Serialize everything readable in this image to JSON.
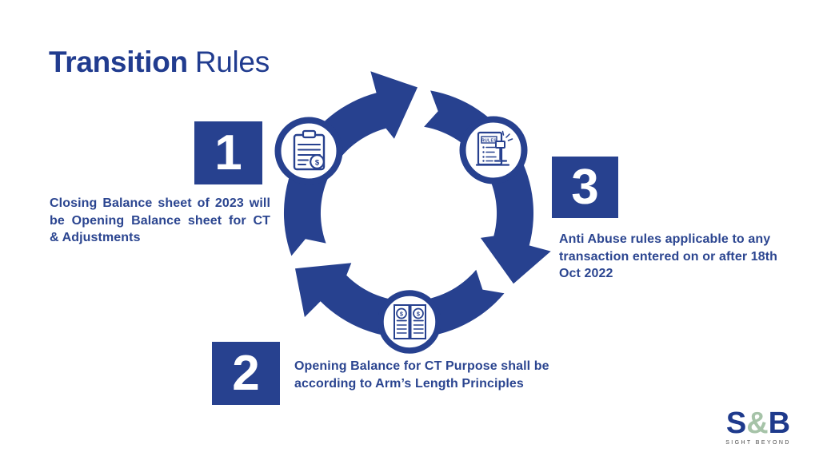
{
  "slide": {
    "title": {
      "emphasis": "Transition",
      "rest": "Rules"
    }
  },
  "steps": [
    {
      "number": "1",
      "lines": [
        "Closing Balance sheet of 2023 will",
        "be Opening Balance sheet for CT",
        "& Adjustments"
      ]
    },
    {
      "number": "2",
      "lines": [
        "Opening Balance for CT Purpose shall be",
        "according to Arm’s Length Principles"
      ]
    },
    {
      "number": "3",
      "lines": [
        "Anti Abuse rules applicable to any",
        "transaction entered on or after  18th",
        "Oct 2022"
      ]
    }
  ],
  "cycle": {
    "type": "cycle-diagram",
    "direction": "clockwise",
    "arm_count": 3,
    "icons": {
      "clipboard": {
        "name": "balance-sheet-clipboard-icon",
        "dollar": "$"
      },
      "rules": {
        "name": "rules-gavel-icon",
        "label": "RULES"
      },
      "ledger": {
        "name": "ledger-open-book-icon",
        "dollar_left": "$",
        "dollar_right": "$"
      }
    }
  },
  "logo": {
    "part_s": "S",
    "part_amp": "&",
    "part_b": "B",
    "tagline": "SIGHT BEYOND"
  },
  "colors": {
    "primary_blue": "#27418F",
    "text_blue": "#2B4590",
    "title_blue": "#213C8F",
    "logo_navy": "#1E3A8C",
    "logo_green": "#A6C3A8",
    "tagline_gray": "#4D4D4D",
    "background": "#FFFFFF"
  }
}
